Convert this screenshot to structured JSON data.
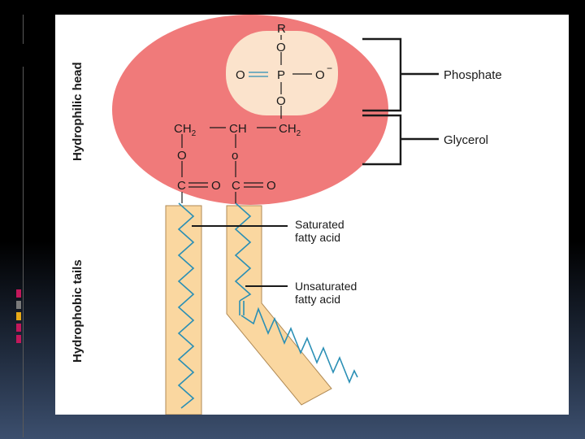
{
  "slide": {
    "colors": {
      "accent_marks": [
        "#c2185b",
        "#7a7a7a",
        "#e6a817",
        "#c2185b",
        "#c2185b"
      ],
      "head_fill": "#f07a7a",
      "phosphate_fill": "#fbe3cc",
      "tail_fill": "#fad7a0",
      "chain_stroke": "#2a8fb5"
    }
  },
  "diagram": {
    "labels": {
      "hydrophilic_head": "Hydrophilic head",
      "hydrophobic_tails": "Hydrophobic tails",
      "phosphate": "Phosphate",
      "glycerol": "Glycerol",
      "saturated_line1": "Saturated",
      "saturated_line2": "fatty acid",
      "unsaturated_line1": "Unsaturated",
      "unsaturated_line2": "fatty acid"
    },
    "chem": {
      "r": "R",
      "o_top": "O",
      "o_left": "O",
      "p": "P",
      "o_right": "O",
      "minus": "−",
      "o_bottom": "O",
      "ch2_left": "CH",
      "sub2_left": "2",
      "ch_mid": "CH",
      "ch2_right": "CH",
      "sub2_right": "2",
      "o_ester_left": "O",
      "o_ester_right": "o",
      "c_left": "C",
      "o_carbonyl_left": "O",
      "c_right": "C",
      "o_carbonyl_right": "O"
    }
  }
}
